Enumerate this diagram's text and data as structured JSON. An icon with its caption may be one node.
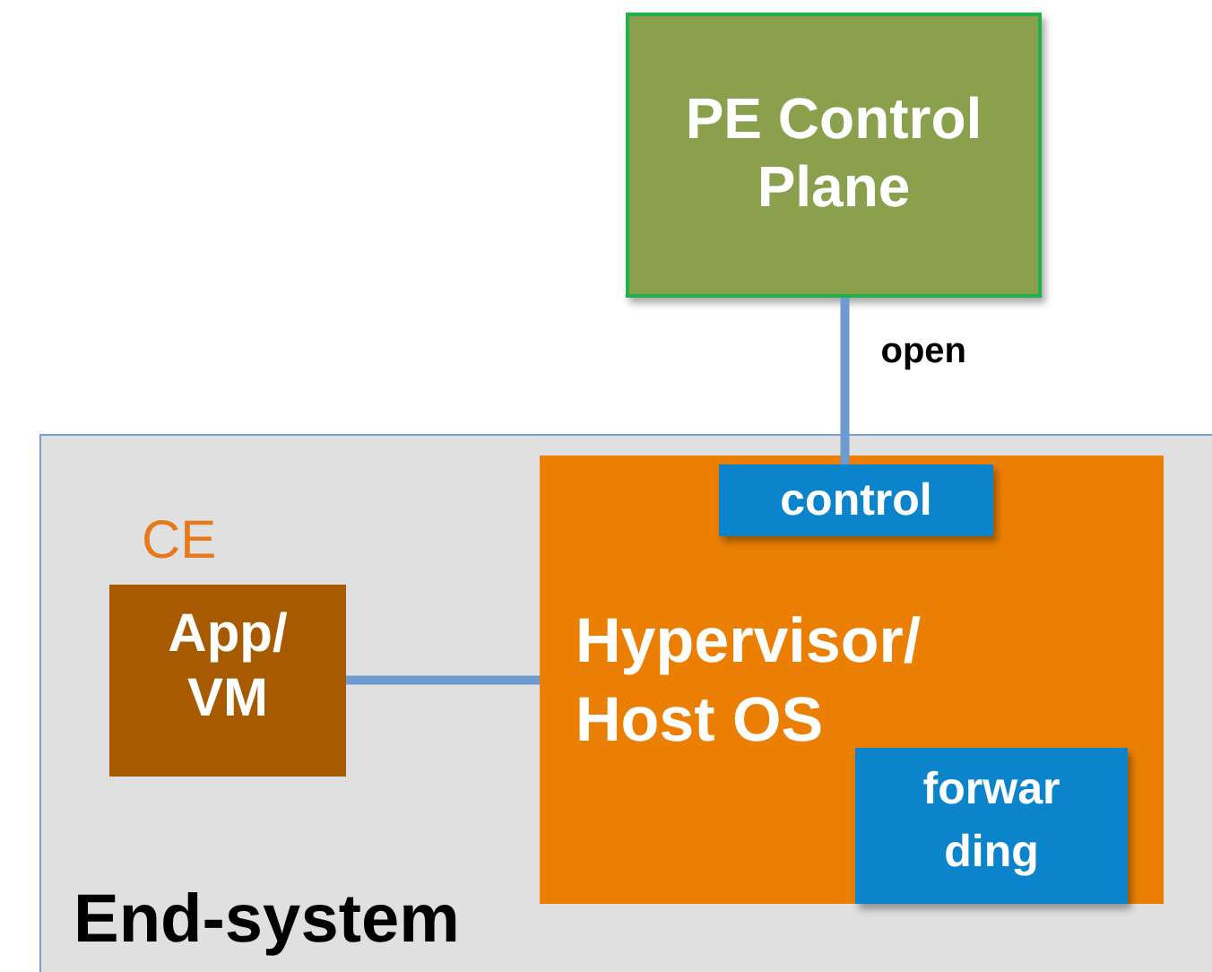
{
  "diagram": {
    "nodes": [
      {
        "text": [
          "PE Control Plane"
        ]
      },
      {
        "text": [
          "End-system"
        ]
      },
      {
        "text": [
          "CE",
          "App/ VM"
        ],
        "in": 1
      },
      {
        "text": [
          "Hypervisor/ Host OS"
        ],
        "in": 1
      },
      {
        "text": [
          "control"
        ],
        "in": 3
      },
      {
        "text": [
          "forwar ding"
        ],
        "in": 3
      }
    ],
    "edges": [
      {
        "from": 0,
        "to": 4,
        "arrow": "none",
        "label": "open"
      },
      {
        "from": 2,
        "to": 3,
        "arrow": "none"
      }
    ]
  }
}
